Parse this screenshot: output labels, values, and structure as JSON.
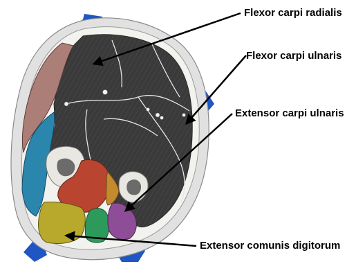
{
  "labels": {
    "flexor_carpi_radialis": "Flexor carpi radialis",
    "flexor_carpi_ulnaris": "Flexor carpi ulnaris",
    "extensor_carpi_ulnaris": "Extensor carpi ulnaris",
    "extensor_comunis_digitorum": "Extensor comunis digitorum"
  },
  "colors": {
    "background": "#ffffff",
    "skin_ring": "#d7d7d7",
    "fat_layer": "#f1f1ee",
    "muscle_dark": "#3a3a3a",
    "fascia": "#e6e6e6",
    "brown_muscle": "#ab7f78",
    "blue_muscle": "#2a86ac",
    "yellow_muscle": "#b8a82b",
    "green_muscle": "#2d9a5c",
    "red_muscle": "#b94530",
    "orange_muscle": "#c58a2e",
    "purple_muscle": "#8e4e97",
    "bone": "#e9e7e1",
    "marrow": "#6b6b6b",
    "marker_blue": "#1f56c3",
    "arrow": "#000000"
  }
}
